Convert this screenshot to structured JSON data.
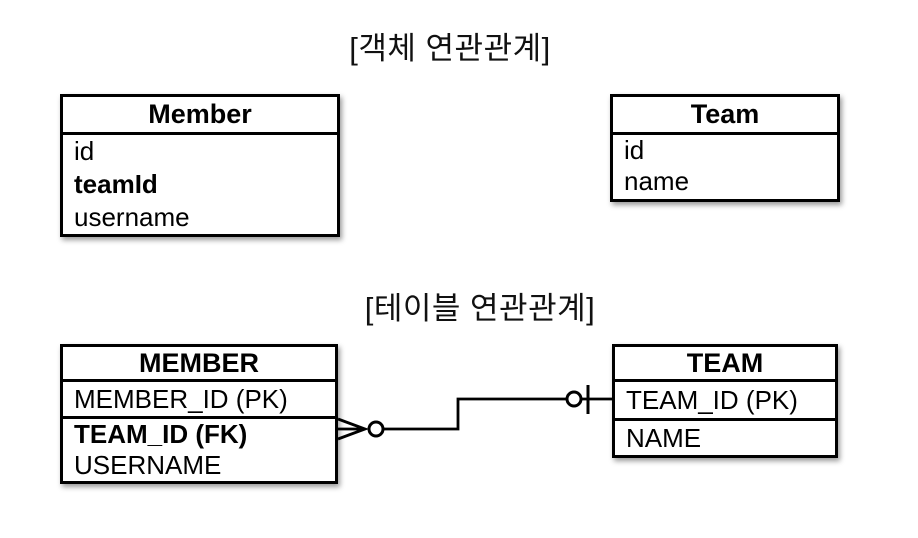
{
  "titles": {
    "object_diagram": "[객체 연관관계]",
    "table_diagram": "[테이블 연관관계]"
  },
  "object_diagram": {
    "member": {
      "title": "Member",
      "fields": [
        {
          "label": "id"
        },
        {
          "label": "teamId"
        },
        {
          "label": "username"
        }
      ]
    },
    "team": {
      "title": "Team",
      "fields": [
        {
          "label": "id"
        },
        {
          "label": "name"
        }
      ]
    }
  },
  "table_diagram": {
    "member": {
      "title": "MEMBER",
      "primary_key": "MEMBER_ID (PK)",
      "columns": [
        {
          "label": "TEAM_ID (FK)"
        },
        {
          "label": "USERNAME"
        }
      ]
    },
    "team": {
      "title": "TEAM",
      "primary_key": "TEAM_ID (PK)",
      "columns": [
        {
          "label": "NAME"
        }
      ]
    },
    "relationship": {
      "member_end": "zero-or-many",
      "team_end": "zero-or-one"
    }
  },
  "colors": {
    "background": "#ffffff",
    "line": "#000000",
    "text": "#000000"
  }
}
